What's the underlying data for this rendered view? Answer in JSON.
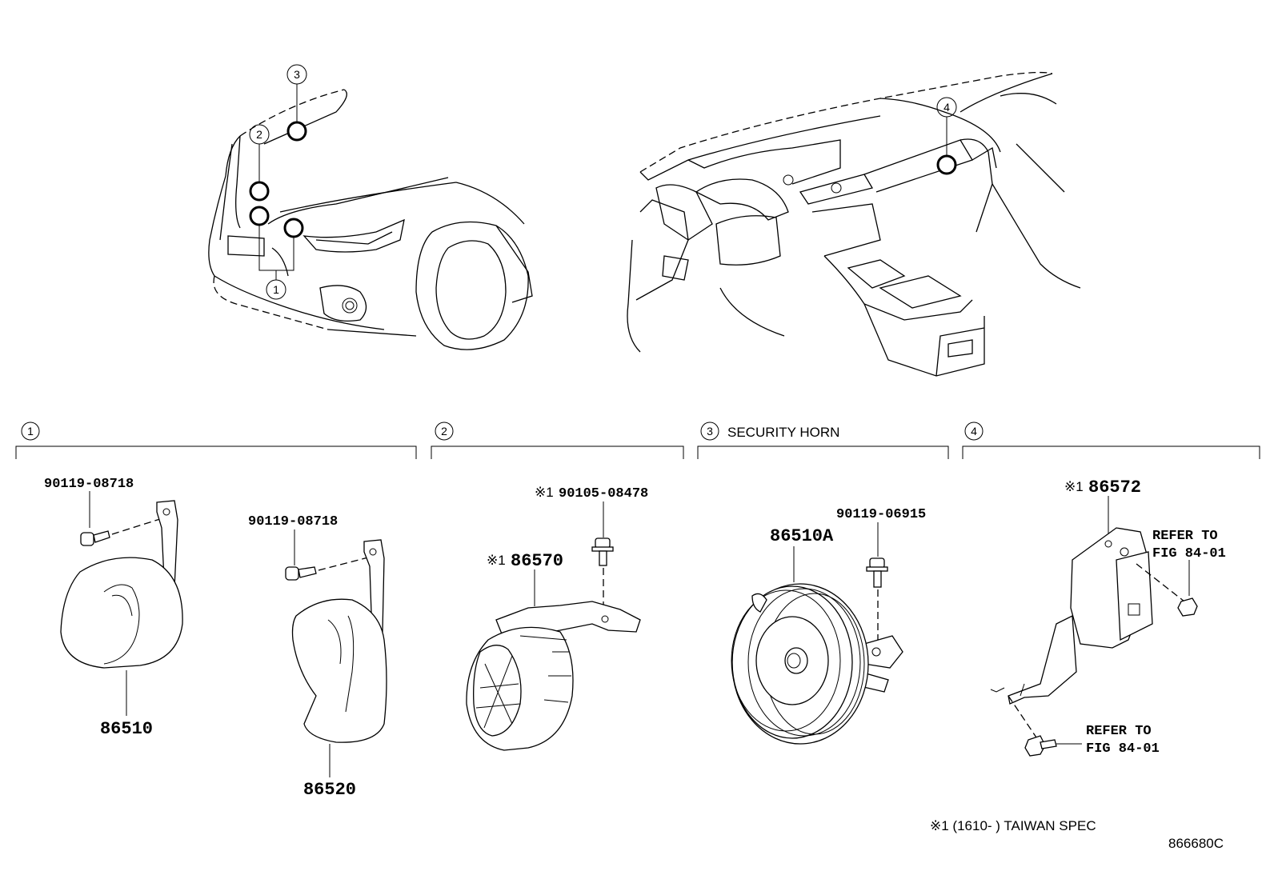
{
  "callouts": {
    "c1": "1",
    "c2": "2",
    "c3": "3",
    "c4": "4"
  },
  "sections": [
    {
      "num": "1",
      "title": ""
    },
    {
      "num": "2",
      "title": ""
    },
    {
      "num": "3",
      "title": "SECURITY HORN"
    },
    {
      "num": "4",
      "title": ""
    }
  ],
  "parts": {
    "s1_bolt_a": "90119-08718",
    "s1_bolt_b": "90119-08718",
    "s1_horn_low": "86510",
    "s1_horn_high": "86520",
    "s2_bolt": "90105-08478",
    "s2_bolt_mark": "※1",
    "s2_siren": "86570",
    "s2_siren_mark": "※1",
    "s3_bolt": "90119-06915",
    "s3_horn": "86510A",
    "s4_bracket": "86572",
    "s4_bracket_mark": "※1",
    "s4_ref_a_line1": "REFER TO",
    "s4_ref_a_line2": "FIG 84-01",
    "s4_ref_b_line1": "REFER TO",
    "s4_ref_b_line2": "FIG 84-01"
  },
  "footnote": "※1 (1610-      ) TAIWAN SPEC",
  "diagram_code": "866680C"
}
